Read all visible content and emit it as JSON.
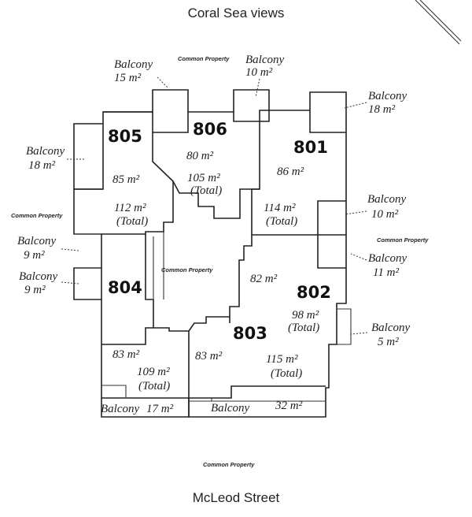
{
  "header": {
    "top_label": "Coral Sea views"
  },
  "footer": {
    "street_label": "McLeod Street"
  },
  "plan": {
    "units": {
      "u805": {
        "number": "805",
        "internal_area": "85 m²",
        "total_area": "112 m²",
        "total_label": "(Total)"
      },
      "u806": {
        "number": "806",
        "internal_area": "80 m²",
        "total_area": "105 m²",
        "total_label": "(Total)"
      },
      "u801": {
        "number": "801",
        "internal_area": "86 m²",
        "total_area": "114 m²",
        "total_label": "(Total)"
      },
      "u802": {
        "number": "802",
        "internal_area": "82 m²",
        "total_area": "98 m²",
        "total_label": "(Total)"
      },
      "u803": {
        "number": "803",
        "internal_area": "83 m²",
        "total_area": "115 m²",
        "total_label": "(Total)"
      },
      "u804": {
        "number": "804",
        "internal_area": "83 m²",
        "total_area": "109 m²",
        "total_label": "(Total)"
      }
    },
    "balconies": {
      "b806_left": {
        "label": "Balcony",
        "area": "15 m²"
      },
      "b806_right": {
        "label": "Balcony",
        "area": "10 m²"
      },
      "b801_top": {
        "label": "Balcony",
        "area": "18 m²"
      },
      "b805_left": {
        "label": "Balcony",
        "area": "18 m²"
      },
      "b801_right": {
        "label": "Balcony",
        "area": "10 m²"
      },
      "b802_top": {
        "label": "Balcony",
        "area": "11 m²"
      },
      "b802_right": {
        "label": "Balcony",
        "area": "5 m²"
      },
      "b804_upper": {
        "label": "Balcony",
        "area": "9 m²"
      },
      "b804_lower": {
        "label": "Balcony",
        "area": "9 m²"
      },
      "b804_bottom": {
        "label": "Balcony",
        "area": "17 m²"
      },
      "b803_bottom": {
        "label": "Balcony",
        "area": "32 m²"
      }
    },
    "common_property": {
      "top": "Common Property",
      "left": "Common Property",
      "right": "Common Property",
      "center": "Common Property",
      "bottom": "Common Property"
    }
  }
}
